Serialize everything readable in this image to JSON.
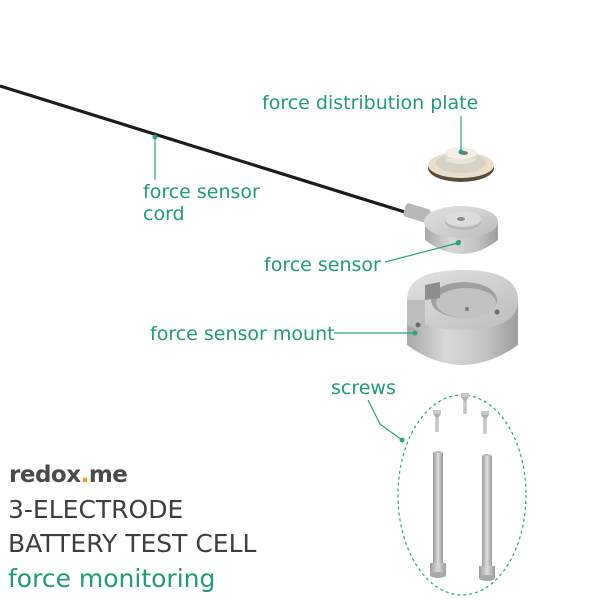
{
  "callouts": {
    "plate": "force distribution plate",
    "cord_line1": "force sensor",
    "cord_line2": "cord",
    "sensor": "force sensor",
    "mount": "force sensor mount",
    "screws": "screws"
  },
  "brand": {
    "part1": "redo",
    "x": "x",
    "dot": ".",
    "part2": "me"
  },
  "heading": {
    "line1": "3-ELECTRODE",
    "line2": "BATTERY TEST CELL",
    "subtitle": "force monitoring"
  },
  "colors": {
    "accent": "#1f9a7a",
    "brand_text": "#4a4a4a",
    "brand_dot": "#f39a1e",
    "metal": "#c9c9c9"
  }
}
